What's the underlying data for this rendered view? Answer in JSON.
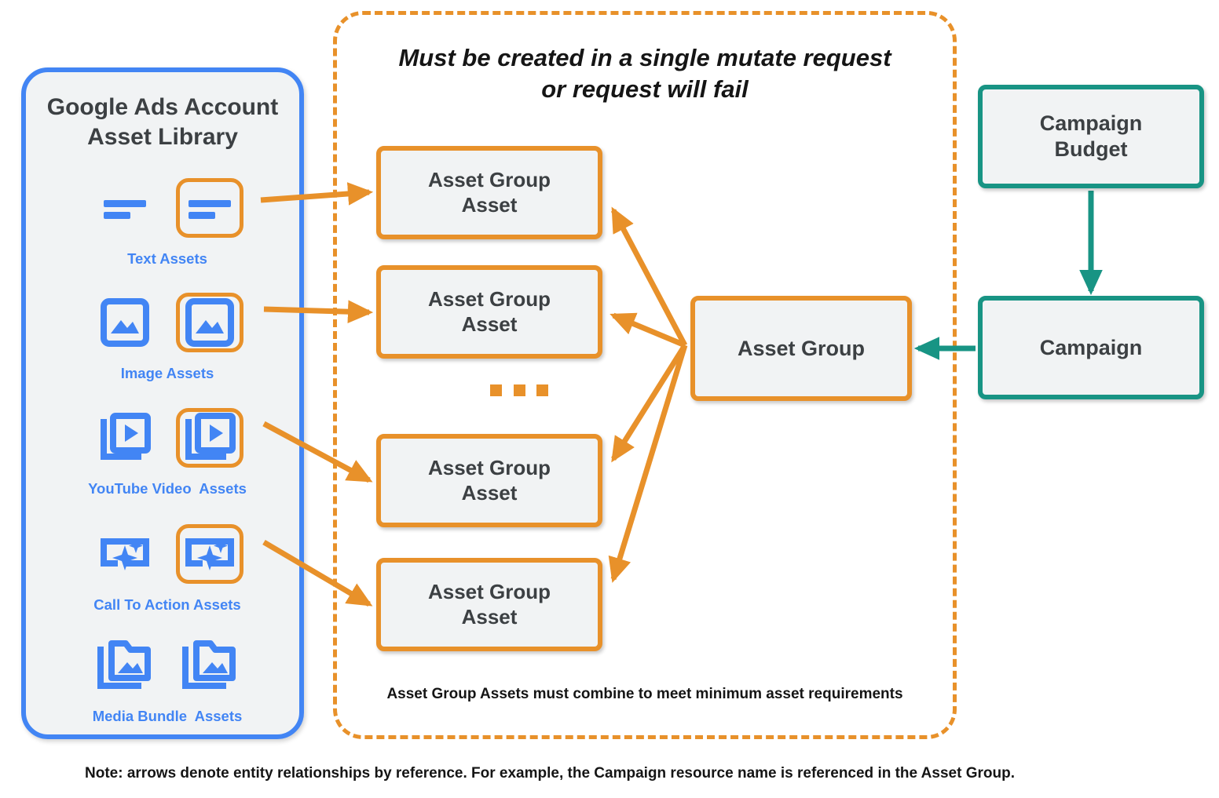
{
  "asset_library": {
    "title": "Google Ads Account\nAsset Library",
    "border_color": "#4285F4",
    "rows": [
      {
        "label": "Text Assets",
        "icon": "text-lines-icon",
        "highlighted_index": 1
      },
      {
        "label": "Image Assets",
        "icon": "image-icon",
        "highlighted_index": 1
      },
      {
        "label": "YouTube Video  Assets",
        "icon": "video-stack-icon",
        "highlighted_index": 1
      },
      {
        "label": "Call To Action Assets",
        "icon": "call-to-action-icon",
        "highlighted_index": 1
      },
      {
        "label": "Media Bundle  Assets",
        "icon": "media-bundle-icon",
        "highlighted_index": -1
      }
    ]
  },
  "mutate_region": {
    "heading": "Must be created in a single mutate request\nor request will fail",
    "footnote": "Asset Group Assets must combine to meet minimum asset requirements",
    "border_color": "#E8912A",
    "ellipsis": "...",
    "asset_group_assets": [
      {
        "label": "Asset Group\nAsset"
      },
      {
        "label": "Asset Group\nAsset"
      },
      {
        "label": "Asset Group\nAsset"
      },
      {
        "label": "Asset Group\nAsset"
      }
    ]
  },
  "asset_group": {
    "label": "Asset Group",
    "border_color": "#E8912A"
  },
  "campaign_side": {
    "budget": {
      "label": "Campaign\nBudget"
    },
    "campaign": {
      "label": "Campaign"
    },
    "border_color": "#189484"
  },
  "note": "Note: arrows denote entity relationships by reference. For example, the Campaign resource name is referenced in the Asset Group.",
  "colors": {
    "orange": "#E8912A",
    "blue": "#4285F4",
    "teal": "#189484",
    "node_fill": "#F1F3F4",
    "text_dark": "#3C4043"
  }
}
